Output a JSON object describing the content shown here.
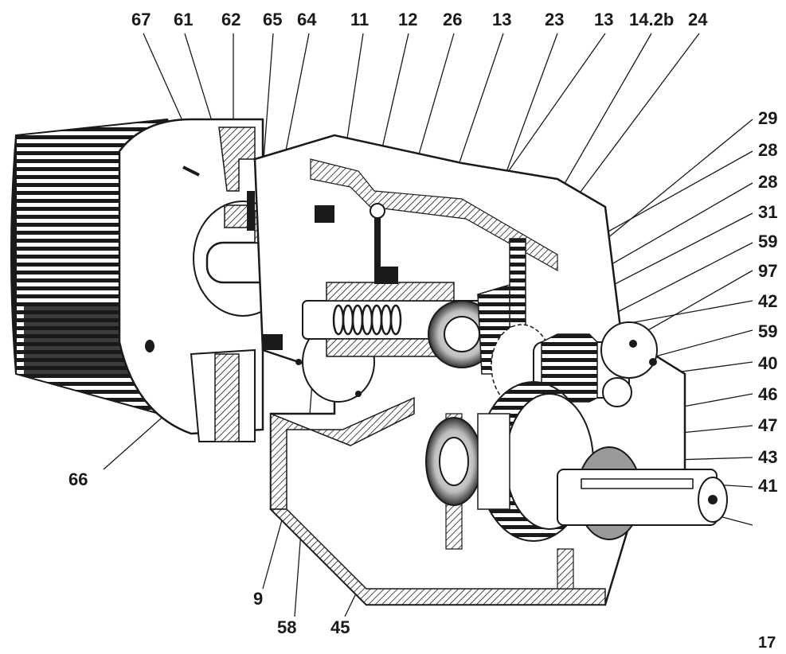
{
  "labels": {
    "top": [
      "67",
      "61",
      "62",
      "65",
      "64",
      "11",
      "12",
      "26",
      "13",
      "23",
      "13",
      "14.2b",
      "24"
    ],
    "right": [
      "29",
      "28",
      "28",
      "31",
      "59",
      "97",
      "42",
      "59",
      "40",
      "46",
      "47",
      "43",
      "41"
    ],
    "bottom_left": [
      "66",
      "9",
      "58",
      "45"
    ],
    "page_number": "17"
  },
  "colors": {
    "ink": "#1a1a1a",
    "paper": "#ffffff",
    "shade": "#3a3a3a"
  }
}
